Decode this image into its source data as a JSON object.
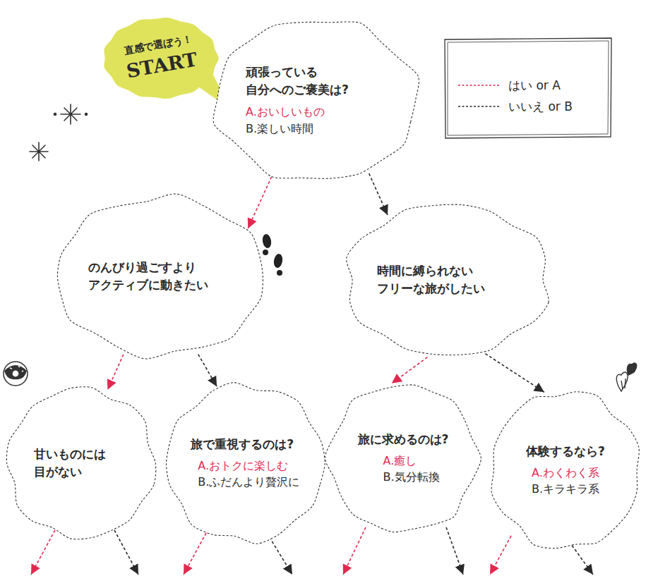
{
  "diagram": {
    "nodes": [
      {
        "text": [
          "直感で選ぼう！",
          "START"
        ]
      },
      {
        "text": [
          "頑張っている 自分へのご褒美は?",
          "A.おいしいもの",
          "B.楽しい時間"
        ]
      },
      {
        "text": [
          "のんびり過ごすより アクティブに動きたい"
        ]
      },
      {
        "text": [
          "時間に縛られない フリーな旅がしたい"
        ]
      },
      {
        "text": [
          "甘いものには 目がない"
        ]
      },
      {
        "text": [
          "旅で重視するのは?",
          "A.おトクに楽しむ",
          "B.ふだんより贅沢に"
        ]
      },
      {
        "text": [
          "旅に求めるのは?",
          "A.癒し",
          "B.気分転換"
        ]
      },
      {
        "text": [
          "体験するなら?",
          "A.わくわく系",
          "B.キラキラ系"
        ]
      }
    ],
    "edges": [
      {
        "from": 1,
        "to": 2,
        "arrow": "to"
      },
      {
        "from": 1,
        "to": 3,
        "arrow": "to"
      },
      {
        "from": 2,
        "to": 4,
        "arrow": "to"
      },
      {
        "from": 2,
        "to": 5,
        "arrow": "to"
      },
      {
        "from": 3,
        "to": 6,
        "arrow": "to"
      },
      {
        "from": 3,
        "to": 7,
        "arrow": "to"
      }
    ],
    "legend": [
      {
        "text": "はい or A"
      },
      {
        "text": "いいえ or B"
      }
    ]
  }
}
